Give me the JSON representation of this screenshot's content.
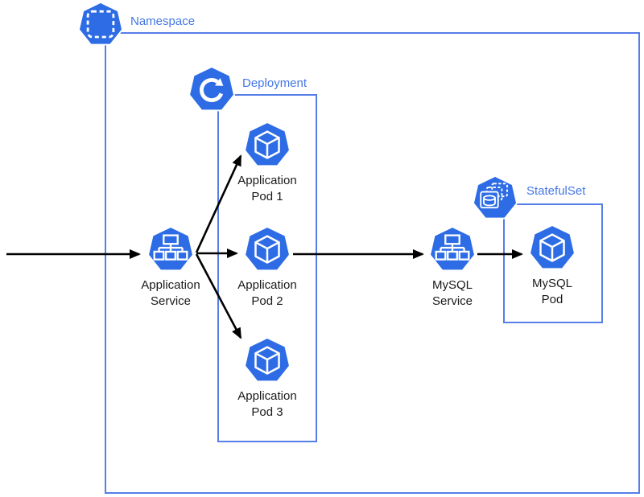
{
  "boundaries": {
    "namespace": {
      "label": "Namespace",
      "icon": "namespace-icon"
    },
    "deployment": {
      "label": "Deployment",
      "icon": "deployment-icon"
    },
    "statefulset": {
      "label": "StatefulSet",
      "icon": "statefulset-icon"
    }
  },
  "nodes": {
    "app_service": {
      "line1": "Application",
      "line2": "Service",
      "icon": "service-icon"
    },
    "app_pod_1": {
      "line1": "Application",
      "line2": "Pod 1",
      "icon": "pod-icon"
    },
    "app_pod_2": {
      "line1": "Application",
      "line2": "Pod 2",
      "icon": "pod-icon"
    },
    "app_pod_3": {
      "line1": "Application",
      "line2": "Pod 3",
      "icon": "pod-icon"
    },
    "mysql_service": {
      "line1": "MySQL",
      "line2": "Service",
      "icon": "service-icon"
    },
    "mysql_pod": {
      "line1": "MySQL",
      "line2": "Pod",
      "icon": "pod-icon"
    }
  },
  "connections": [
    {
      "from": "external-left",
      "to": "app_service"
    },
    {
      "from": "app_service",
      "to": "app_pod_1"
    },
    {
      "from": "app_service",
      "to": "app_pod_2"
    },
    {
      "from": "app_service",
      "to": "app_pod_3"
    },
    {
      "from": "app_pod_2",
      "to": "mysql_service"
    },
    {
      "from": "mysql_service",
      "to": "mysql_pod"
    }
  ],
  "colors": {
    "kubernetes_icon_blue": "#2d6ce5",
    "boundary_border_blue": "#567de8",
    "boundary_label_blue": "#4477e6",
    "arrow_black": "#000000",
    "node_label_black": "#1a1a1a"
  }
}
